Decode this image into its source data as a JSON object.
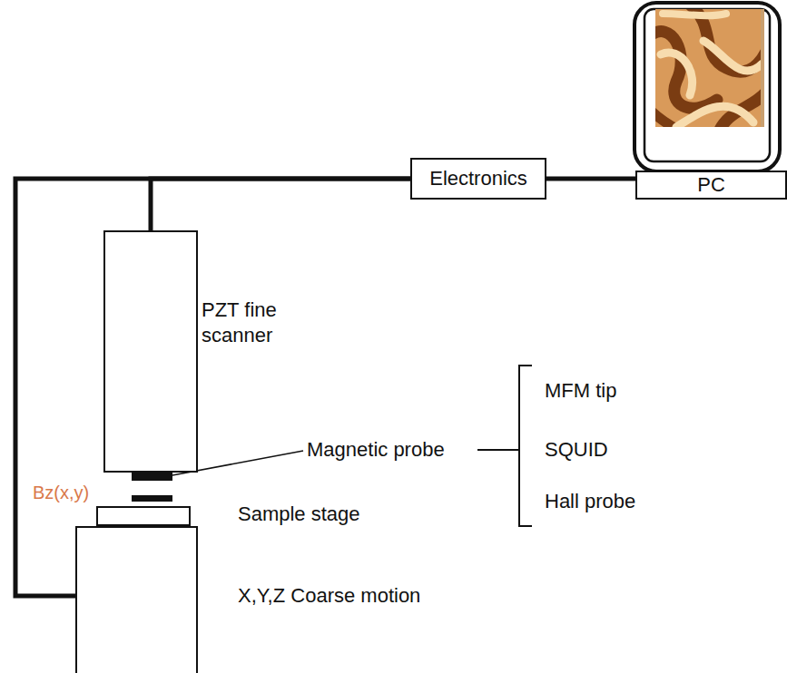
{
  "diagram": {
    "nodes": [
      {
        "text": [
          "Electronics"
        ]
      },
      {
        "text": [
          "PC"
        ]
      },
      {
        "text": [
          "PZT fine scanner"
        ]
      },
      {
        "text": [
          "Sample stage"
        ]
      },
      {
        "text": [
          "X,Y,Z Coarse motion"
        ]
      }
    ],
    "edges": [
      {
        "from": 0,
        "to": 1,
        "arrow": "none"
      },
      {
        "from": 0,
        "to": 2,
        "arrow": "none"
      },
      {
        "from": 0,
        "to": 4,
        "arrow": "none"
      }
    ],
    "labels": [
      "Magnetic probe",
      "MFM tip",
      "SQUID",
      "Hall probe",
      "Bz(x,y)"
    ]
  }
}
